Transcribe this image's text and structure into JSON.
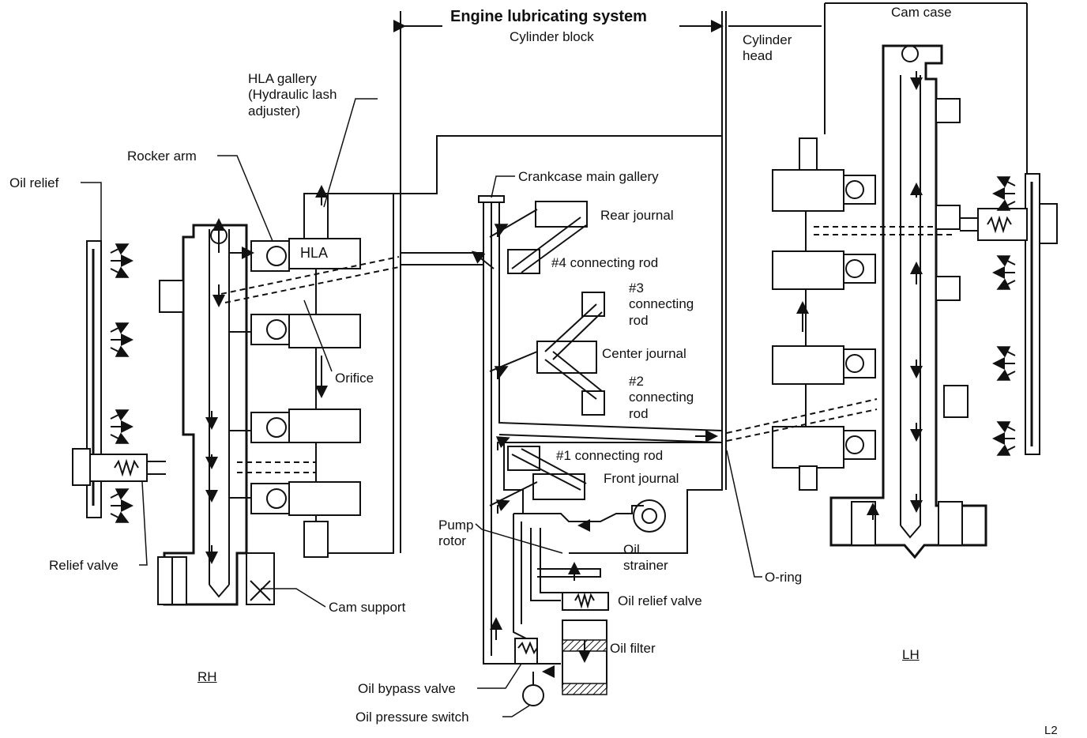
{
  "title": "Engine lubricating system",
  "sections": {
    "cylinder_block": "Cylinder block",
    "cylinder_head": "Cylinder\nhead",
    "cam_case": "Cam case"
  },
  "labels": {
    "hla_gallery": "HLA gallery\n(Hydraulic lash\nadjuster)",
    "rocker_arm": "Rocker arm",
    "oil_relief": "Oil relief",
    "hla": "HLA",
    "orifice": "Orifice",
    "relief_valve": "Relief valve",
    "cam_support": "Cam support",
    "rh": "RH",
    "lh": "LH",
    "crankcase_main_gallery": "Crankcase main gallery",
    "rear_journal": "Rear journal",
    "conrod_4": "#4 connecting rod",
    "conrod_3": "#3\nconnecting\nrod",
    "center_journal": "Center journal",
    "conrod_2": "#2\nconnecting\nrod",
    "conrod_1": "#1 connecting rod",
    "front_journal": "Front journal",
    "pump_rotor": "Pump\nrotor",
    "oil_strainer": "Oil\nstrainer",
    "o_ring": "O-ring",
    "oil_relief_valve": "Oil relief valve",
    "oil_filter": "Oil filter",
    "oil_bypass_valve": "Oil bypass valve",
    "oil_pressure_switch": "Oil pressure switch",
    "page_mark": "L2"
  },
  "colors": {
    "ink": "#111111",
    "paper": "#ffffff"
  }
}
